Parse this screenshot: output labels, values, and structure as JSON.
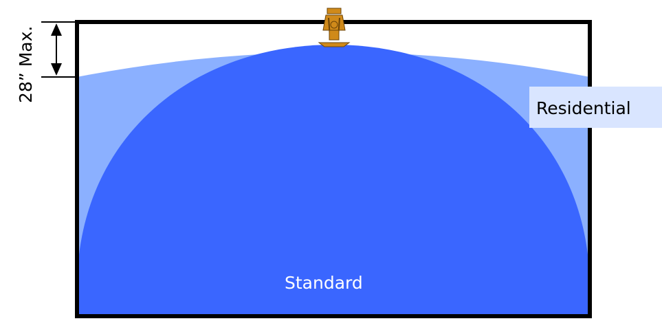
{
  "diagram": {
    "dimension_label": "28” Max.",
    "residential_label": "Residential",
    "standard_label": "Standard",
    "colors": {
      "standard_fill": "#3A66FF",
      "residential_fill": "#8BB0FF",
      "room_outline": "#000000",
      "sprinkler": "#D08A1A",
      "label_box": "#D9E5FF",
      "standard_text": "#FFFFFF"
    },
    "icons": [
      "sprinkler-head-icon",
      "dimension-arrow-icon"
    ]
  }
}
